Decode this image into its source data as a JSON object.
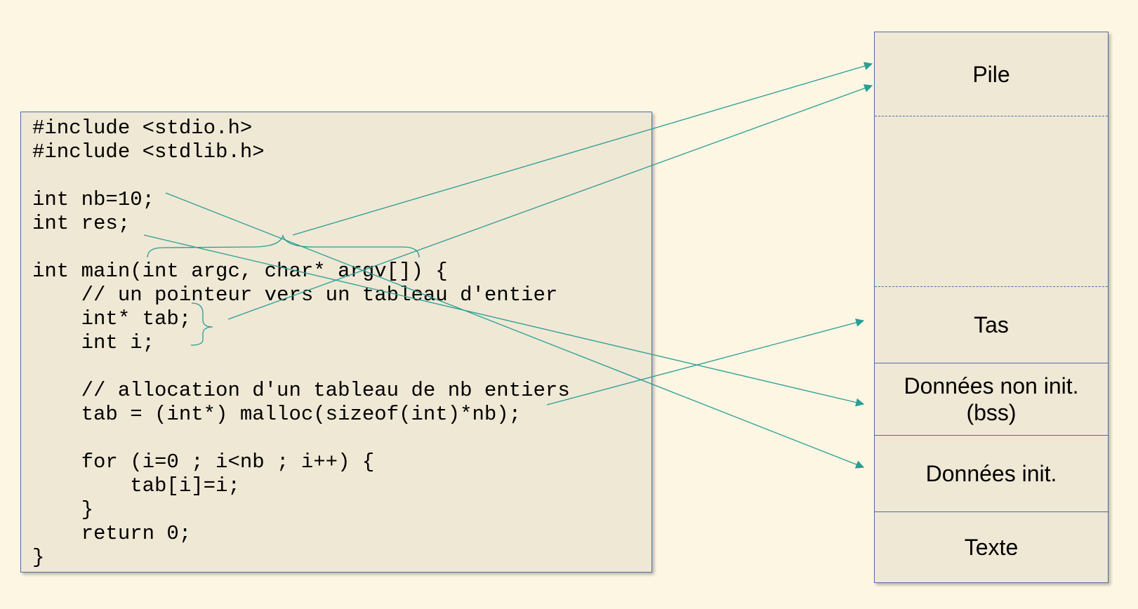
{
  "code": {
    "lines": [
      "#include <stdio.h>",
      "#include <stdlib.h>",
      "",
      "int nb=10;",
      "int res;",
      "",
      "int main(int argc, char* argv[]) {",
      "    // un pointeur vers un tableau d'entier",
      "    int* tab;",
      "    int i;",
      "",
      "    // allocation d'un tableau de nb entiers",
      "    tab = (int*) malloc(sizeof(int)*nb);",
      "",
      "    for (i=0 ; i<nb ; i++) {",
      "        tab[i]=i;",
      "    }",
      "    return 0;",
      "}"
    ]
  },
  "memory": {
    "segments": [
      {
        "label": "Pile"
      },
      {
        "label": ""
      },
      {
        "label": "Tas"
      },
      {
        "label": "Données non init.",
        "sublabel": "(bss)"
      },
      {
        "label": "Données init."
      },
      {
        "label": "Texte"
      }
    ]
  },
  "colors": {
    "background": "#fdf6e3",
    "box_fill": "#efe8d5",
    "box_border": "#4a6fa5",
    "arrow": "#2a9d96"
  }
}
